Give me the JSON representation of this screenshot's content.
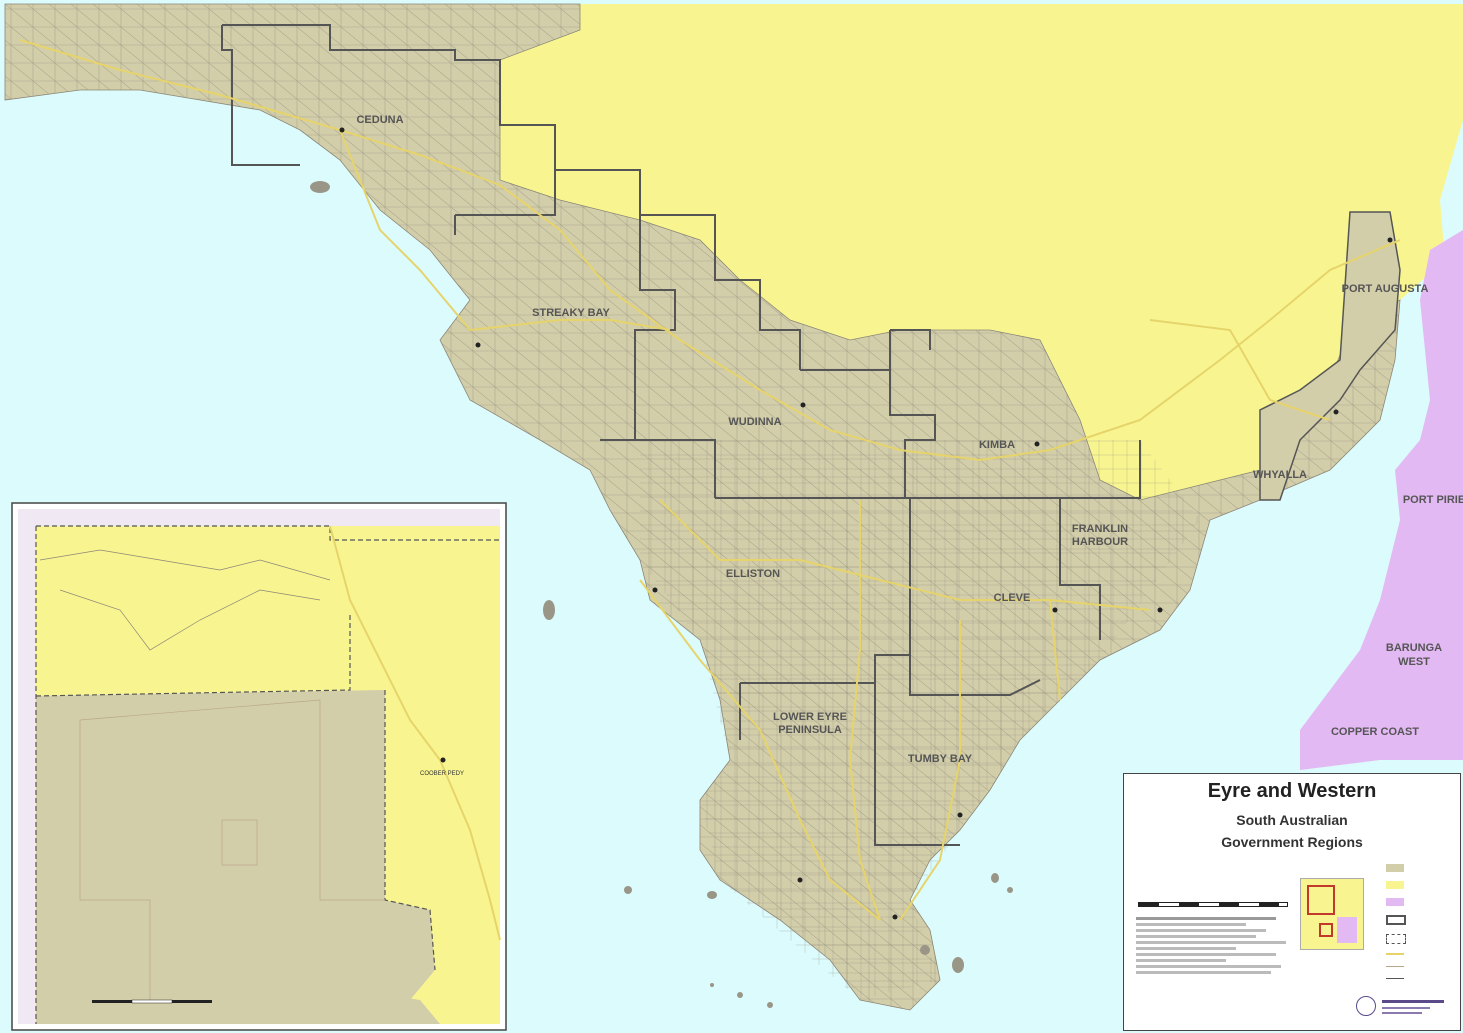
{
  "map": {
    "colors": {
      "sea": "#dcfbfd",
      "region": "#d3ceaa",
      "other_region": "#f8f591",
      "adjacent_region": "#e3b9f3",
      "boundary": "#555555",
      "road": "#e6d46b",
      "track": "#8b8676"
    },
    "council_labels": [
      {
        "id": "ceduna",
        "label": "CEDUNA"
      },
      {
        "id": "streaky-bay",
        "label": "STREAKY BAY"
      },
      {
        "id": "wudinna",
        "label": "WUDINNA"
      },
      {
        "id": "kimba",
        "label": "KIMBA"
      },
      {
        "id": "whyalla",
        "label": "WHYALLA"
      },
      {
        "id": "port-augusta",
        "label": "PORT AUGUSTA"
      },
      {
        "id": "port-pirie",
        "label": "PORT PIRIE"
      },
      {
        "id": "franklin-harbour-1",
        "label": "FRANKLIN"
      },
      {
        "id": "franklin-harbour-2",
        "label": "HARBOUR"
      },
      {
        "id": "elliston",
        "label": "ELLISTON"
      },
      {
        "id": "cleve",
        "label": "CLEVE"
      },
      {
        "id": "lower-eyre-1",
        "label": "LOWER EYRE"
      },
      {
        "id": "lower-eyre-2",
        "label": "PENINSULA"
      },
      {
        "id": "tumby-bay",
        "label": "TUMBY BAY"
      },
      {
        "id": "barunga-1",
        "label": "BARUNGA"
      },
      {
        "id": "barunga-2",
        "label": "WEST"
      },
      {
        "id": "copper-coast",
        "label": "COPPER COAST"
      }
    ],
    "inset_labels": [
      {
        "id": "coober-pedy",
        "label": "COOBER PEDY"
      }
    ]
  },
  "legend": {
    "title": "Eyre and Western",
    "subtitle_1": "South Australian",
    "subtitle_2": "Government Regions"
  }
}
